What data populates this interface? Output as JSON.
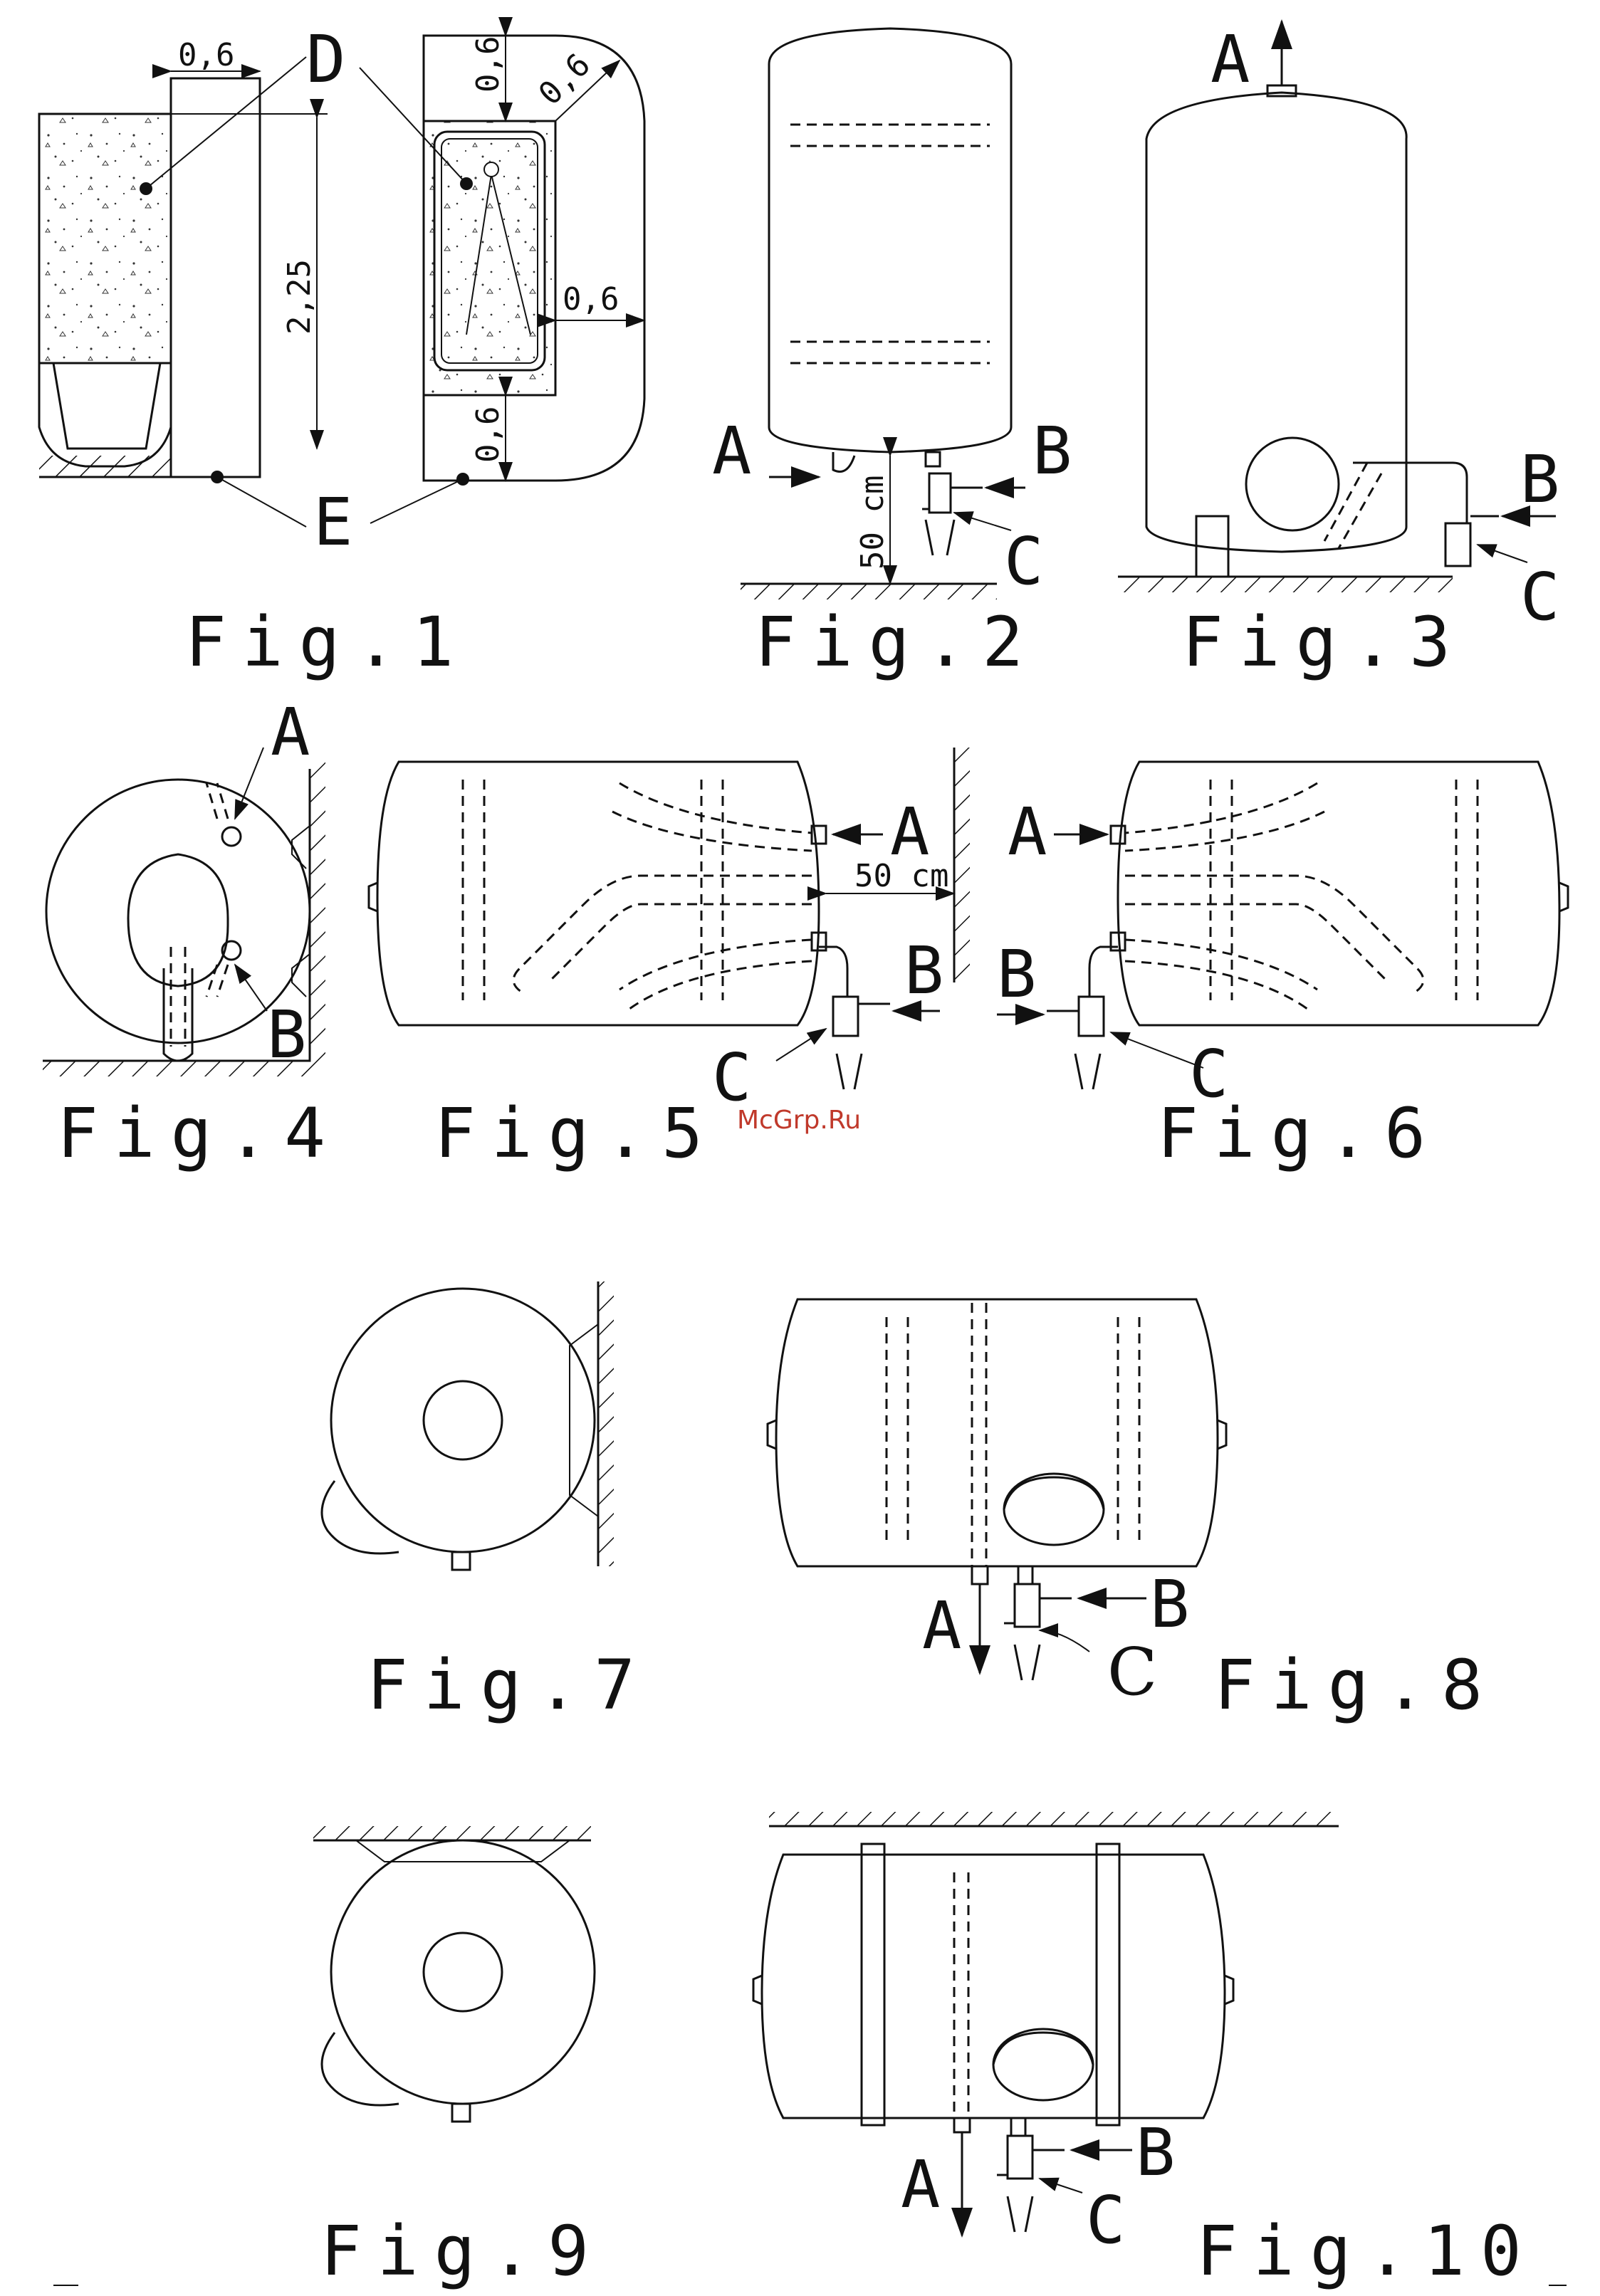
{
  "captions": {
    "fig1": "Fig.1",
    "fig2": "Fig.2",
    "fig3": "Fig.3",
    "fig4": "Fig.4",
    "fig5": "Fig.5",
    "fig6": "Fig.6",
    "fig7": "Fig.7",
    "fig8": "Fig.8",
    "fig9": "Fig.9",
    "fig10": "Fig.10"
  },
  "labels": {
    "a": "A",
    "b": "B",
    "c": "C",
    "d": "D",
    "e": "E"
  },
  "dimensions": {
    "d06": "0,6",
    "d225": "2,25",
    "d50cm": "50 cm"
  },
  "watermark": "McGrp.Ru"
}
